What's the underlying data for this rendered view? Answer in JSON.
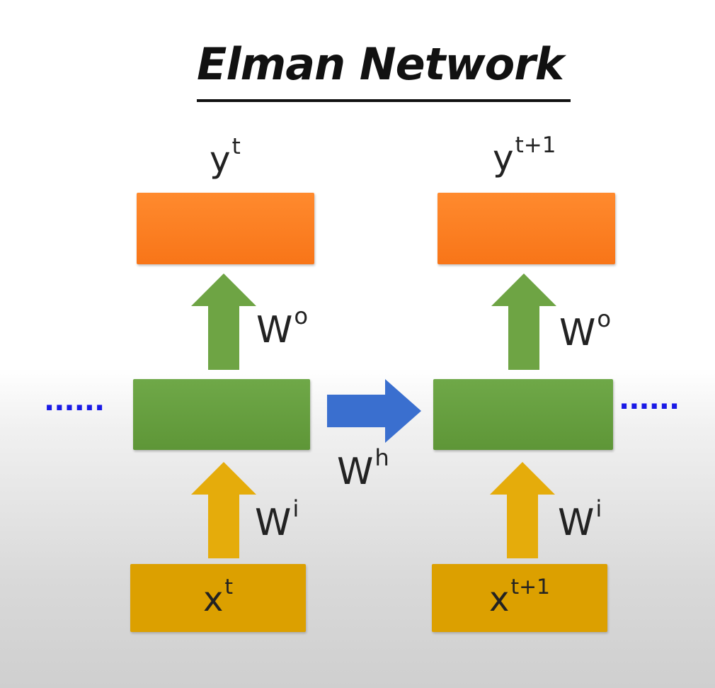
{
  "title": "Elman Network",
  "nodes": {
    "y_t": {
      "base": "y",
      "sup": "t"
    },
    "y_t1": {
      "base": "y",
      "sup": "t+1"
    },
    "x_t": {
      "base": "x",
      "sup": "t"
    },
    "x_t1": {
      "base": "x",
      "sup": "t+1"
    }
  },
  "weights": {
    "output": {
      "base": "W",
      "sup": "o"
    },
    "hidden": {
      "base": "W",
      "sup": "h"
    },
    "input": {
      "base": "W",
      "sup": "i"
    }
  },
  "continuation": {
    "left": "······",
    "right": "······"
  },
  "colors": {
    "output_layer": "#f87518",
    "hidden_layer": "#5e9637",
    "input_layer": "#dca000",
    "recurrent_arrow": "#3a6fcf",
    "continuation_dots": "#1a1ae6"
  }
}
